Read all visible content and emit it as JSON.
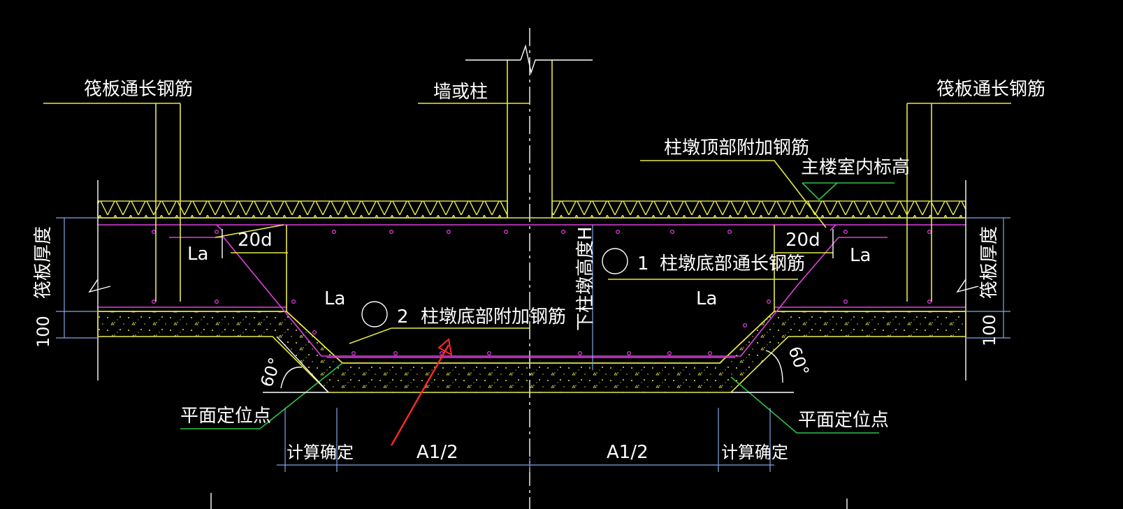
{
  "labels": {
    "raft_rebar_left": "筏板通长钢筋",
    "raft_rebar_right": "筏板通长钢筋",
    "wall_or_column": "墙或柱",
    "pier_top_rebar": "柱墩顶部附加钢筋",
    "main_floor_elev": "主楼室内标高",
    "raft_thickness_left": "筏板厚度",
    "raft_thickness_right": "筏板厚度",
    "dim_100_left": "100",
    "dim_100_right": "100",
    "la_1": "La",
    "la_2": "La",
    "la_3": "La",
    "la_4": "La",
    "d20_left": "20d",
    "d20_right": "20d",
    "rebar1_num": "1",
    "rebar1": "柱墩底部通长钢筋",
    "rebar2_num": "2",
    "rebar2": "柱墩底部附加钢筋",
    "pier_height": "下柱墩高度H",
    "angle_left": "60°",
    "angle_right": "60°",
    "plane_point_left": "平面定位点",
    "plane_point_right": "平面定位点",
    "calc_left": "计算确定",
    "calc_right": "计算确定",
    "a1_left": "A1/2",
    "a1_right": "A1/2"
  },
  "colors": {
    "background": "#000000",
    "concrete_line": "#e8e84a",
    "rebar": "#e040e0",
    "leader": "#2fc24a",
    "dimension": "#7fa8e8",
    "arrow": "#ff2a2a"
  }
}
